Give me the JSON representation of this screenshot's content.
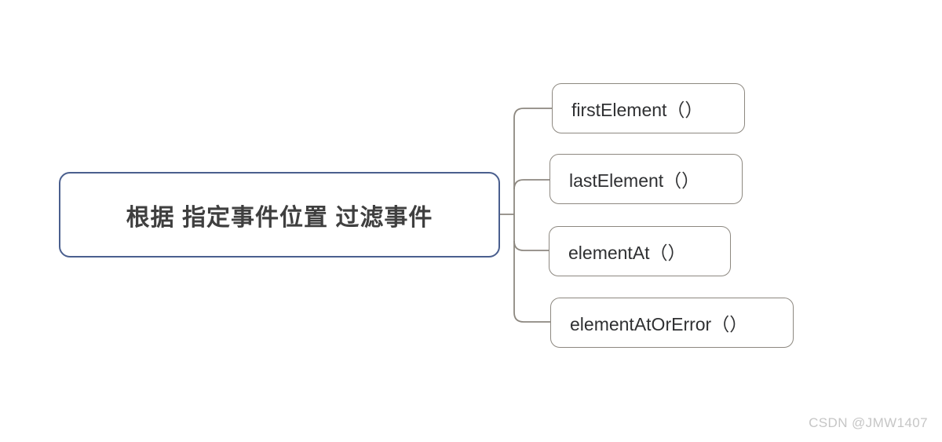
{
  "diagram": {
    "type": "mindmap",
    "orientation": "left-to-right",
    "background_color": "#ffffff",
    "root": {
      "label": "根据 指定事件位置 过滤事件",
      "border_color": "#4a5f8e",
      "text_color": "#3f3f3f"
    },
    "children": [
      {
        "label": "firstElement（）"
      },
      {
        "label": "lastElement（）"
      },
      {
        "label": "elementAt（）"
      },
      {
        "label": "elementAtOrError（）"
      }
    ],
    "connector_color": "#8d8880",
    "child_border_color": "#8d8880",
    "child_text_color": "#2f3032"
  },
  "watermark": {
    "text": "CSDN @JMW1407",
    "color": "#c6c6c6"
  }
}
